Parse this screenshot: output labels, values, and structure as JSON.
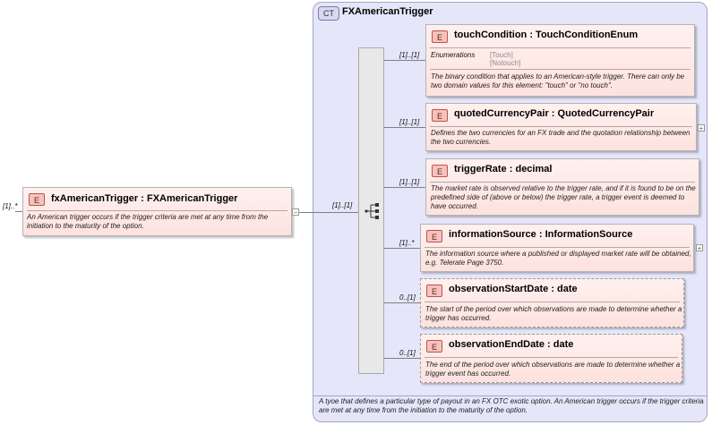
{
  "complex_type": {
    "badge": "CT",
    "name": "FXAmericanTrigger",
    "documentation": "A tyoe that defines a particular type of payout in an FX OTC exotic option. An American trigger occurs if the trigger criteria are met at any time from the initiation to the maturity of the option."
  },
  "root": {
    "badge": "E",
    "name": "fxAmericanTrigger : FXAmericanTrigger",
    "cardinality": "[1]..*",
    "documentation": "An American trigger occurs if the trigger criteria are met at any time from the initiation to the maturity of the option.",
    "sequence_cardinality": "[1]..[1]"
  },
  "elements": [
    {
      "badge": "E",
      "name": "touchCondition",
      "type": "TouchConditionEnum",
      "cardinality": "[1]..[1]",
      "enumerations_label": "Enumerations",
      "enumerations": [
        "[Touch]",
        "[Notouch]"
      ],
      "documentation": "The binary condition that applies to an American-style trigger. There can only be two domain values for this element: \"touch\" or \"no touch\"."
    },
    {
      "badge": "E",
      "name": "quotedCurrencyPair",
      "type": "QuotedCurrencyPair",
      "cardinality": "[1]..[1]",
      "documentation": "Defines the two currencies for an FX trade and the quotation relationship between the two currencies."
    },
    {
      "badge": "E",
      "name": "triggerRate",
      "type": "decimal",
      "cardinality": "[1]..[1]",
      "documentation": "The market rate is observed relative to the trigger rate, and if it is found to be on the predefined side of (above or below) the trigger rate, a trigger event is deemed to have occurred."
    },
    {
      "badge": "E",
      "name": "informationSource",
      "type": "InformationSource",
      "cardinality": "[1]..*",
      "documentation": "The information source where a published or displayed market rate will be obtained, e.g. Telerate Page 3750."
    },
    {
      "badge": "E",
      "name": "observationStartDate",
      "type": "date",
      "cardinality": "0..[1]",
      "documentation": "The start of the period over which observations are made to determine whether a trigger has occurred."
    },
    {
      "badge": "E",
      "name": "observationEndDate",
      "type": "date",
      "cardinality": "0..[1]",
      "documentation": "The end of the period over which observations are made to determine whether a trigger event has occurred."
    }
  ]
}
